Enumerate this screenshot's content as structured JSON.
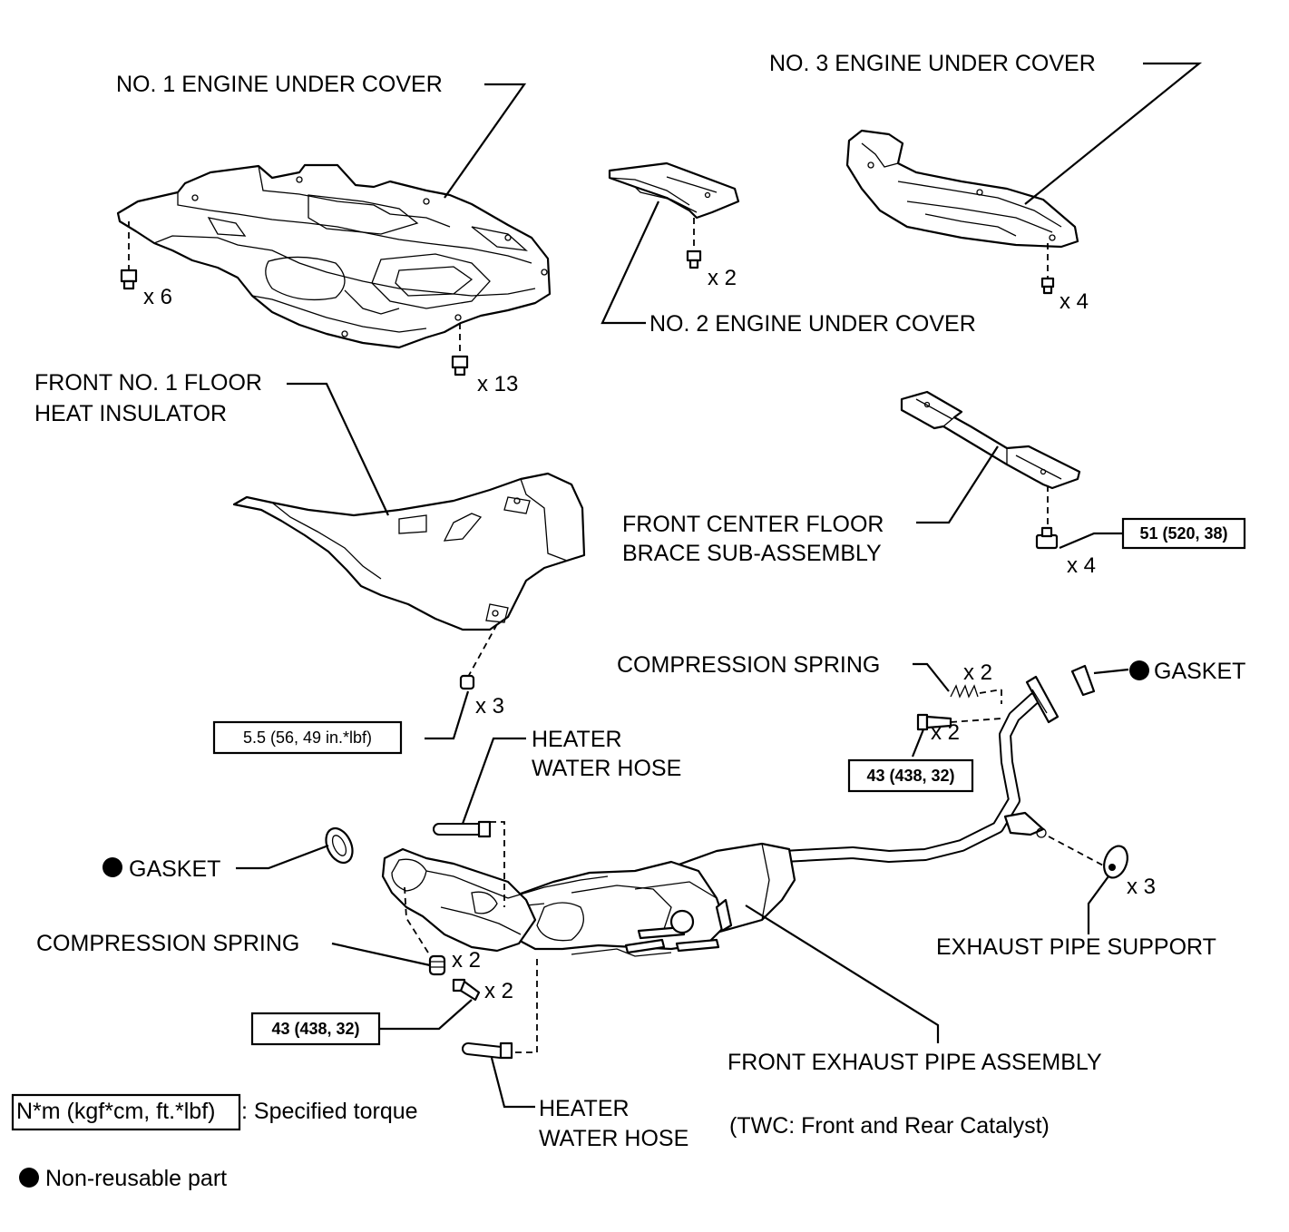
{
  "labels": {
    "no1_engine_under_cover": "NO. 1 ENGINE UNDER COVER",
    "no3_engine_under_cover": "NO. 3 ENGINE UNDER COVER",
    "no2_engine_under_cover": "NO. 2 ENGINE UNDER COVER",
    "front_no1_floor_heat_insulator_l1": "FRONT NO. 1 FLOOR",
    "front_no1_floor_heat_insulator_l2": "HEAT INSULATOR",
    "front_center_floor_brace_l1": "FRONT CENTER FLOOR",
    "front_center_floor_brace_l2": "BRACE SUB-ASSEMBLY",
    "compression_spring_right": "COMPRESSION SPRING",
    "gasket_right": "GASKET",
    "heater_water_hose_top_l1": "HEATER",
    "heater_water_hose_top_l2": "WATER HOSE",
    "gasket_left": "GASKET",
    "compression_spring_left": "COMPRESSION SPRING",
    "exhaust_pipe_support": "EXHAUST PIPE SUPPORT",
    "front_exhaust_pipe_assembly": "FRONT EXHAUST PIPE ASSEMBLY",
    "heater_water_hose_bottom_l1": "HEATER",
    "heater_water_hose_bottom_l2": "WATER HOSE",
    "twc_note": "(TWC: Front and Rear Catalyst)"
  },
  "quantities": {
    "no1_cover_left": "x 6",
    "no1_cover_bottom": "x 13",
    "no2_cover": "x 2",
    "no3_cover": "x 4",
    "floor_brace": "x 4",
    "heat_insulator_nut": "x 3",
    "rear_spring": "x 2",
    "rear_bolt": "x 2",
    "exhaust_support": "x 3",
    "front_spring": "x 2",
    "front_bolt": "x 2"
  },
  "torques": {
    "floor_brace": "51 (520, 38)",
    "heat_insulator": "5.5 (56, 49 in.*lbf)",
    "rear_flange": "43 (438, 32)",
    "front_flange": "43 (438, 32)"
  },
  "legend": {
    "torque_unit": "N*m (kgf*cm, ft.*lbf)",
    "torque_desc": ": Specified torque",
    "non_reusable": "Non-reusable part"
  }
}
